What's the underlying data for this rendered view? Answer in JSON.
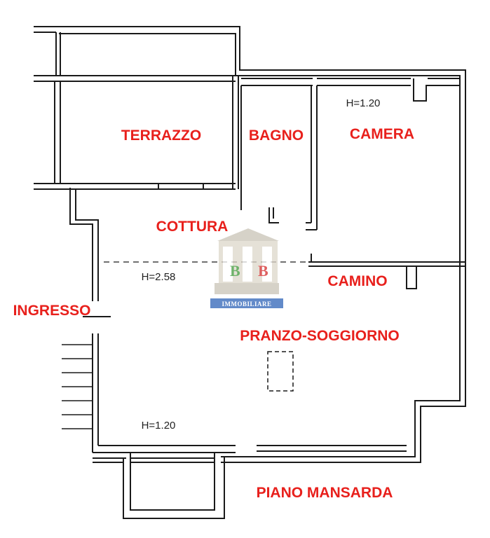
{
  "rooms": {
    "terrazzo": "TERRAZZO",
    "bagno": "BAGNO",
    "camera": "CAMERA",
    "cottura": "COTTURA",
    "camino": "CAMINO",
    "ingresso": "INGRESSO",
    "pranzo_soggiorno": "PRANZO-SOGGIORNO"
  },
  "heights": {
    "camera": "H=1.20",
    "main": "H=2.58",
    "bottom": "H=1.20"
  },
  "floor_label": "PIANO MANSARDA",
  "logo": {
    "letters": [
      "B",
      "B"
    ],
    "text": "IMMOBILIARE"
  },
  "colors": {
    "label_red": "#e8201c",
    "wall": "#1a1a1a",
    "logo_green": "#3f9a3a",
    "logo_red": "#d42a2a",
    "logo_blue": "#2e63b8",
    "logo_stone": "#c9c3b6"
  }
}
